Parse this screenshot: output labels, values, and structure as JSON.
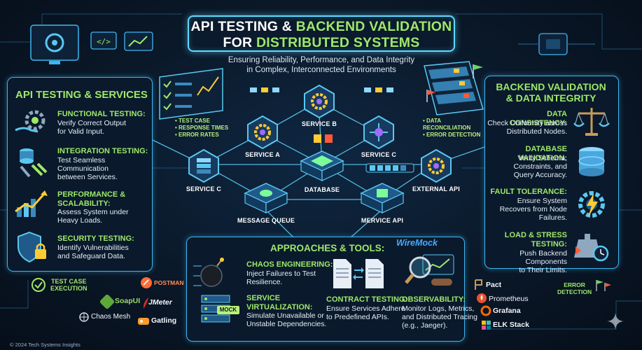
{
  "header": {
    "title_line1_a": "API TESTING &",
    "title_line1_b": "BACKEND VALIDATION",
    "title_line2_a": "FOR",
    "title_line2_b": "DISTRIBUTED SYSTEMS",
    "subtitle_line1": "Ensuring Reliability, Performance, and Data Integrity",
    "subtitle_line2": "in Complex, Interconnected Environments"
  },
  "left_panel": {
    "title": "API TESTING & SERVICES",
    "items": [
      {
        "heading": [
          "FUNCTIONAL TESTING:"
        ],
        "desc": [
          "Verify Correct Output",
          "for Valid Input."
        ],
        "icon": "gear-hand-icon"
      },
      {
        "heading": [
          "INTEGRATION TESTING:"
        ],
        "desc": [
          "Test Seamless",
          "Communication",
          "between Services."
        ],
        "icon": "database-link-icon"
      },
      {
        "heading": [
          "PERFORMANCE &",
          "SCALABILITY:"
        ],
        "desc": [
          "Assess System under",
          "Heavy Loads."
        ],
        "icon": "growth-chart-icon"
      },
      {
        "heading": [
          "SECURITY TESTING:"
        ],
        "desc": [
          "Identify Vulnerabilities",
          "and Safeguard Data."
        ],
        "icon": "shield-lock-icon"
      }
    ]
  },
  "right_panel": {
    "title_line1": "BACKEND VALIDATION",
    "title_line2": "& DATA INTEGRITY",
    "items": [
      {
        "heading": [
          "DATA CONSISTENCY:"
        ],
        "desc": [
          "Check Uniformity across",
          "Distributed Nodes."
        ],
        "icon": "balance-scale-icon"
      },
      {
        "heading": [
          "DATABASE VALIDATION:"
        ],
        "desc": [
          "Verify Schema,",
          "Constraints, and",
          "Query Accuracy."
        ],
        "icon": "database-icon"
      },
      {
        "heading": [
          "FAULT TOLERANCE:"
        ],
        "desc": [
          "Ensure System",
          "Recovers from Node",
          "Failures."
        ],
        "icon": "gear-lightning-icon"
      },
      {
        "heading": [
          "LOAD & STRESS",
          "TESTING:"
        ],
        "desc": [
          "Push Backend Components",
          "to Their Limits."
        ],
        "icon": "weight-stopwatch-icon"
      }
    ]
  },
  "architecture": {
    "nodes": {
      "service_a": "SERVICE A",
      "service_b": "SERVICE B",
      "service_c_top": "SERVICE C",
      "service_c_left": "SERVICE C",
      "database": "DATABASE",
      "external_api": "EXTERNAL API",
      "message_queue": "MESSAGE QUEUE",
      "mervice_api": "MERVICE API"
    },
    "test_bullets": [
      "• TEST CASE",
      "• RESPONSE TIMES",
      "• ERROR RATES"
    ],
    "data_bullets": [
      "• DATA",
      "  RECONCILIATION",
      "• ERROR DETECTION"
    ]
  },
  "bottom_panel": {
    "title": "APPROACHES & TOOLS:",
    "items": [
      {
        "heading": [
          "CHAOS ENGINEERING:"
        ],
        "desc": [
          "Inject Failures to Test",
          "Resilience."
        ]
      },
      {
        "heading": [
          "SERVICE",
          "VIRTUALIZATION:"
        ],
        "desc": [
          "Simulate Unavailable or",
          "Unstable Dependencies."
        ]
      },
      {
        "heading": [
          "CONTRACT TESTING:"
        ],
        "desc": [
          "Ensure Services Adhere",
          "to Predefined APIs."
        ]
      },
      {
        "heading": [
          "OBSERVABILITY:"
        ],
        "desc": [
          "Monitor Logs, Metrics,",
          "and Distributed Tracing",
          "(e.g., Jaeger)."
        ]
      }
    ],
    "wiremock": "WireMock",
    "mock_tag": "MOCK"
  },
  "tools_left": {
    "test_case_execution": [
      "TEST CASE",
      "EXECUTION"
    ],
    "postman": "POSTMAN",
    "soapui": "SoapUI",
    "jmeter": "JMeter",
    "chaos_mesh": "Chaos Mesh",
    "gatling": "Gatling"
  },
  "tools_right": {
    "error_detection": [
      "ERROR",
      "DETECTION"
    ],
    "pact": "Pact",
    "prometheus": "Prometheus",
    "grafana": "Grafana",
    "elk": "ELK Stack"
  },
  "footer": "© 2024 Tech Systems Insights",
  "colors": {
    "accent_green": "#9ee86a",
    "accent_cyan": "#3fb6f0",
    "background": "#0a1828"
  }
}
